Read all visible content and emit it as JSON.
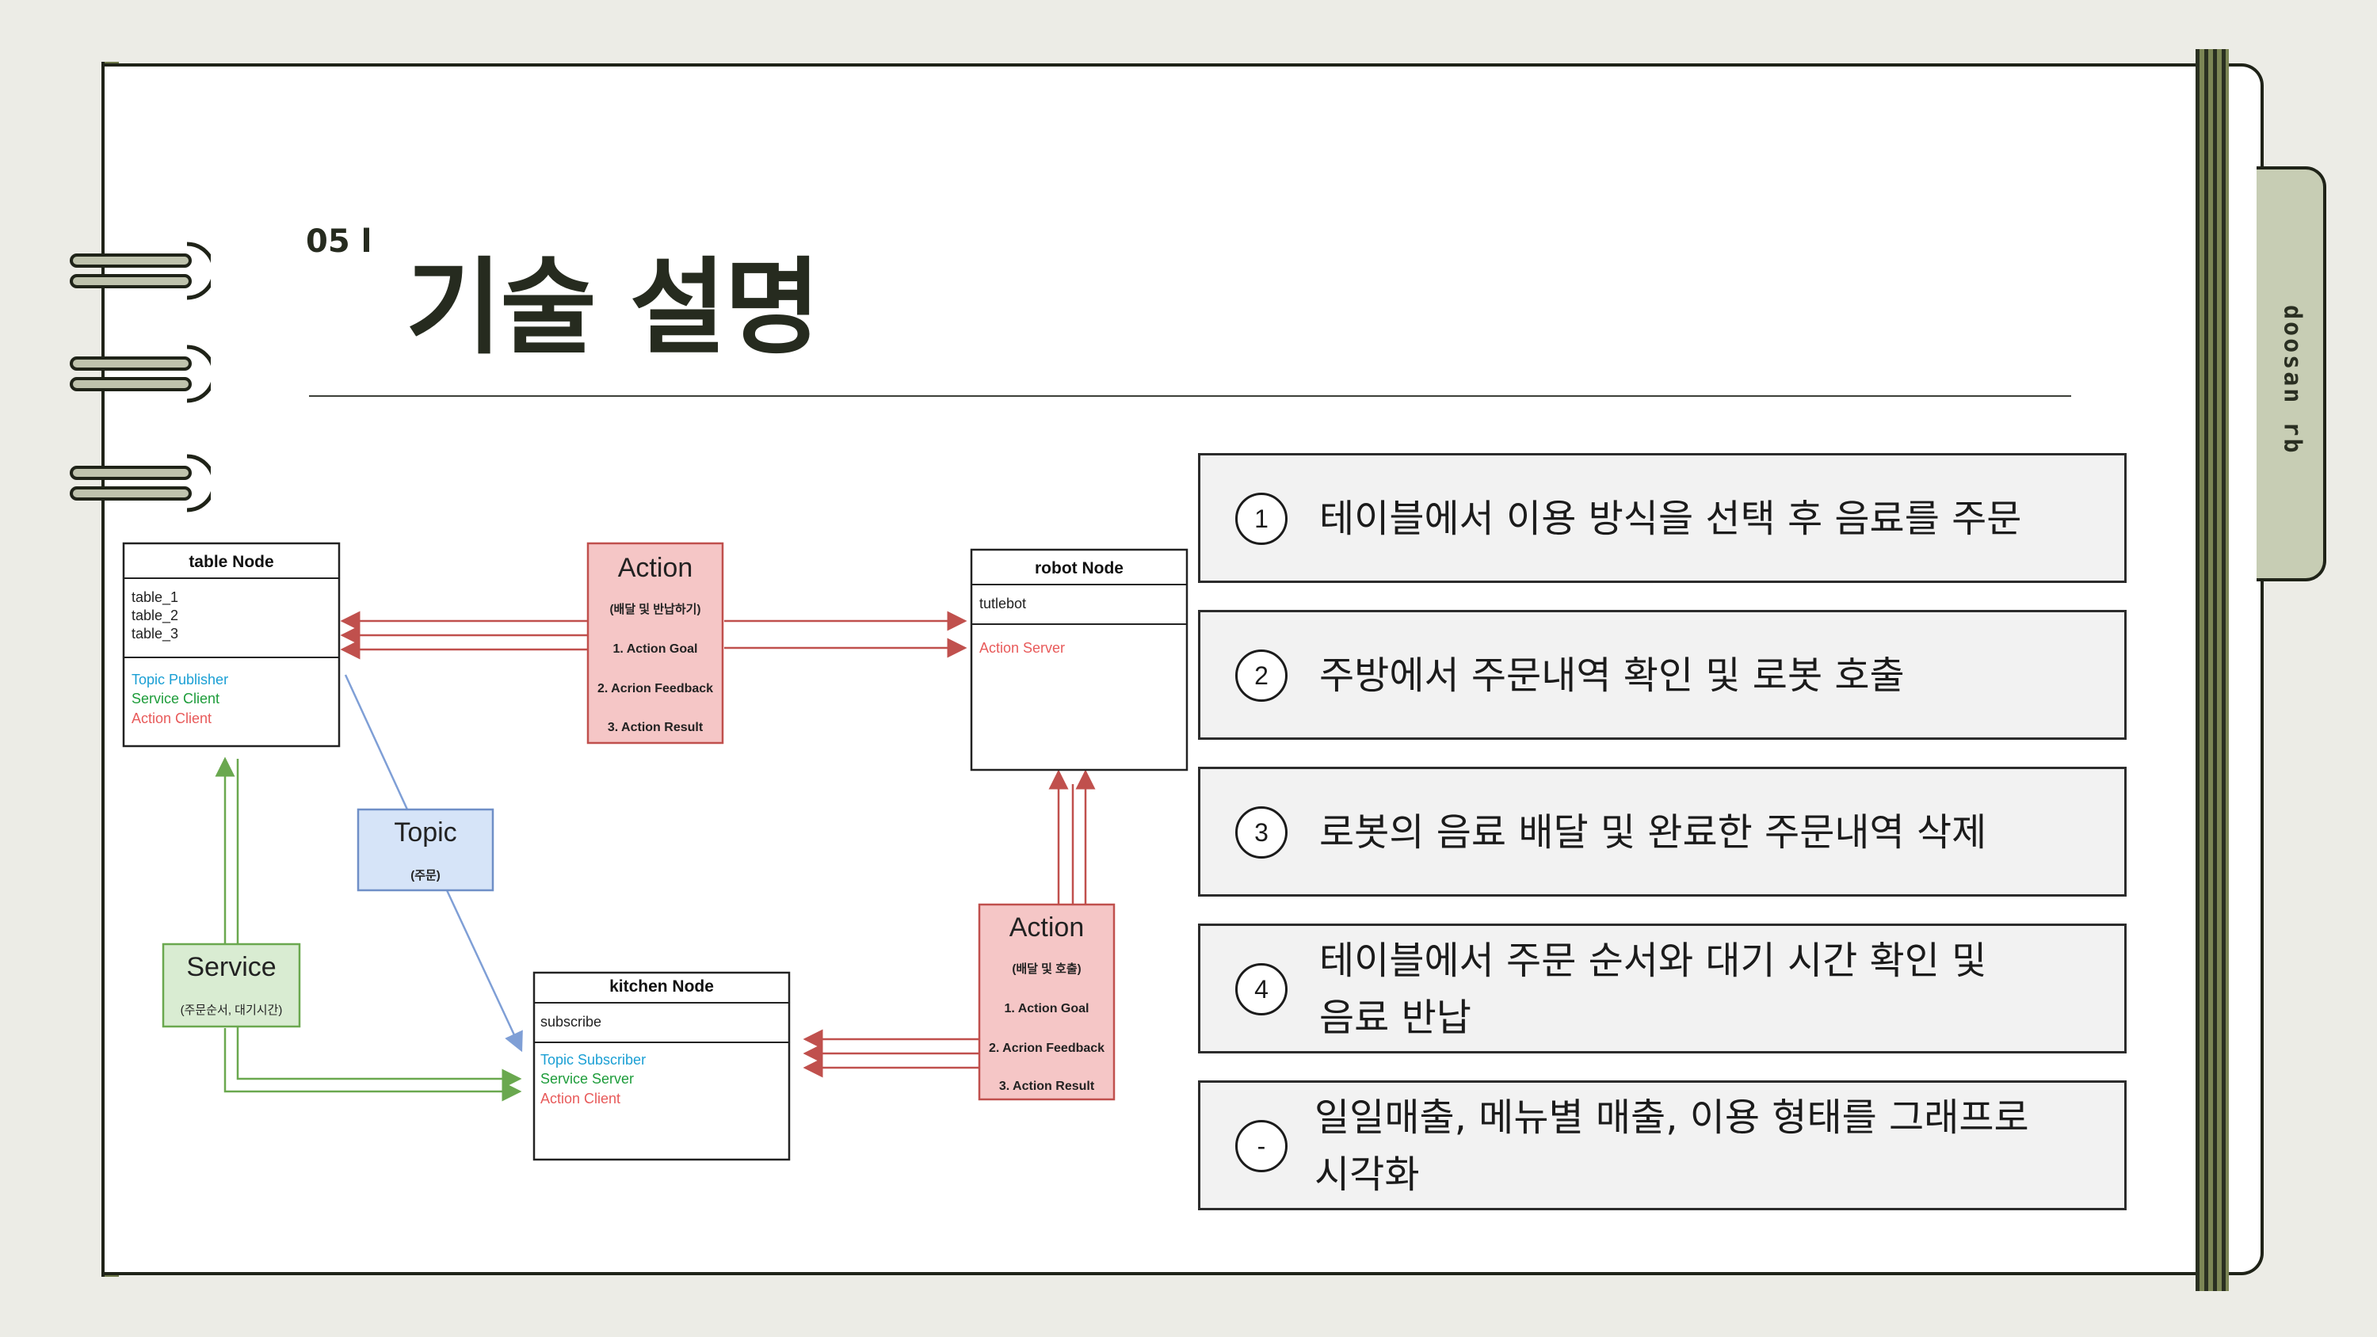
{
  "header": {
    "section_number": "05 l",
    "title": "기술 설명",
    "side_tab": "doosan rb"
  },
  "diagram": {
    "table_node": {
      "title": "table Node",
      "items": [
        "table_1",
        "table_2",
        "table_3"
      ],
      "roles": [
        "Topic Publisher",
        "Service Client",
        "Action Client"
      ]
    },
    "robot_node": {
      "title": "robot Node",
      "item": "tutlebot",
      "role": "Action Server"
    },
    "kitchen_node": {
      "title": "kitchen Node",
      "item": "subscribe",
      "roles": [
        "Topic Subscriber",
        "Service Server",
        "Action Client"
      ]
    },
    "action_top": {
      "title": "Action",
      "subtitle": "(배달 및 반납하기)",
      "steps": [
        "1. Action Goal",
        "2. Acrion Feedback",
        "3. Action Result"
      ]
    },
    "action_bottom": {
      "title": "Action",
      "subtitle": "(배달 및 호출)",
      "steps": [
        "1. Action Goal",
        "2. Acrion Feedback",
        "3. Action Result"
      ]
    },
    "topic": {
      "title": "Topic",
      "subtitle": "(주문)"
    },
    "service": {
      "title": "Service",
      "subtitle": "(주문순서, 대기시간)"
    }
  },
  "steps": [
    {
      "number": "1",
      "lines": [
        "테이블에서 이용 방식을 선택 후 음료를 주문"
      ]
    },
    {
      "number": "2",
      "lines": [
        "주방에서 주문내역 확인 및 로봇 호출"
      ]
    },
    {
      "number": "3",
      "lines": [
        "로봇의 음료 배달 및 완료한 주문내역 삭제"
      ]
    },
    {
      "number": "4",
      "lines": [
        "테이블에서 주문 순서와 대기 시간 확인 및",
        "음료 반납"
      ]
    },
    {
      "number": "-",
      "lines": [
        "일일매출, 메뉴별 매출, 이용 형태를 그래프로",
        "시각화"
      ]
    }
  ],
  "colors": {
    "topic": "#1a9fd4",
    "service": "#1d9c3a",
    "action": "#e85a5a",
    "action_box": "#f5c6c6",
    "topic_box": "#d6e4f8",
    "service_box": "#d9ecd2",
    "olive": "#6f7a4a"
  }
}
